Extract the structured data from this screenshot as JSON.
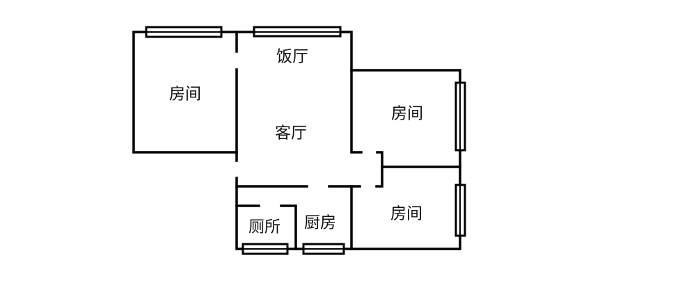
{
  "rooms": {
    "bedroom_left": "房间",
    "dining": "饭厅",
    "living": "客厅",
    "bedroom_right_top": "房间",
    "bedroom_right_bottom": "房间",
    "toilet": "厕所",
    "kitchen": "厨房"
  }
}
